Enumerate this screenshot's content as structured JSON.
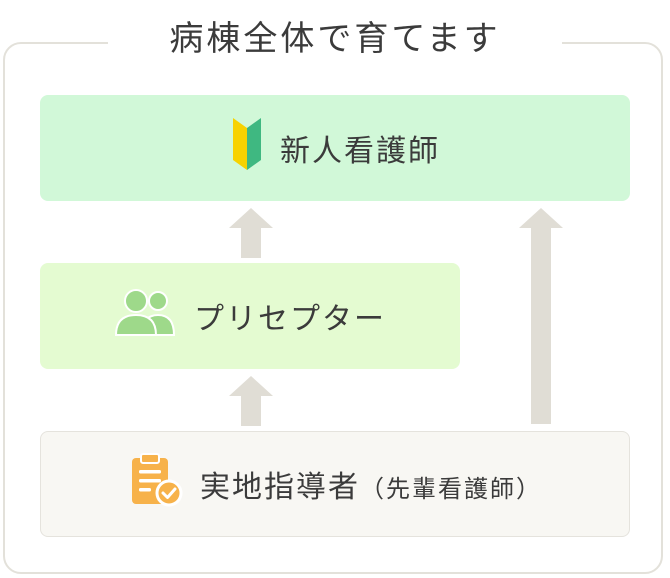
{
  "title": "病棟全体で育てます",
  "nodes": {
    "new_nurse": {
      "label": "新人看護師",
      "icon": "beginner-mark-icon"
    },
    "preceptor": {
      "label": "プリセプター",
      "icon": "people-icon"
    },
    "instructor": {
      "label": "実地指導者",
      "sublabel": "（先輩看護師）",
      "icon": "clipboard-check-icon"
    }
  },
  "edges": [
    {
      "from": "preceptor",
      "to": "new_nurse"
    },
    {
      "from": "instructor",
      "to": "preceptor"
    },
    {
      "from": "instructor",
      "to": "new_nurse"
    }
  ],
  "colors": {
    "frame": "#e3e1da",
    "arrow": "#e0ddd5",
    "new_nurse_bg": "#d1f8d8",
    "preceptor_bg": "#e4fbd1",
    "instructor_bg": "#f8f7f3",
    "beginner_yellow": "#f7d200",
    "beginner_green": "#3fb881",
    "people_green": "#9ed98a",
    "clipboard_orange": "#f7b24a",
    "text": "#3b3b3b"
  }
}
